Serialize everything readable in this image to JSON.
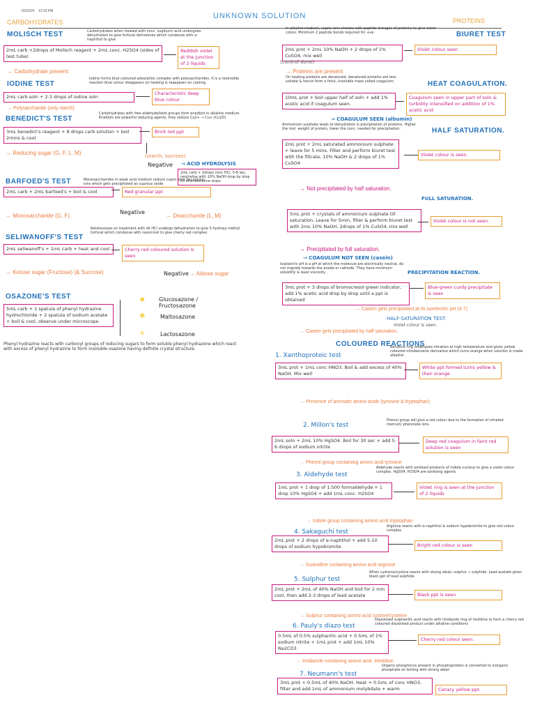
{
  "header": {
    "date": "10/22/24",
    "time": "12:59 PM",
    "title": "UNKNOWN SOLUTION"
  },
  "left": {
    "heading": "CARBOHYDRATES",
    "molisch": {
      "title": "MOLISCH TEST",
      "note": "Carbohydrates when treated with conc. sulphuric acid undergoes dehydration to give furfural derivatives which condense with α-naphthol to give",
      "proc": "2mL carb +2drops of Molisch reagent + 2mL conc. H2SO4 (sides of test tube)",
      "obs": "Reddish violet at the junction of 2 liquids",
      "inf": "→ Carbohydrate present."
    },
    "iodine": {
      "title": "IODINE TEST",
      "note": "Iodine forms blue coloured adsorption complex with polysaccharides. It is a reversible reaction blue colour disappears on heating & reappears on cooling.",
      "proc": "2mL carb soln + 2-3 drops of iodine soln",
      "obs": "Characteristic deep blue colour",
      "inf": "→ Polysaccharide (only starch)"
    },
    "benedict": {
      "title": "BENEDICT'S TEST",
      "note": "Carbohydrates with free aldehyde/keto groups form enediols in alkaline medium. Enediols are powerful reducing agents, they reduce Cu2+ → Cu+ (Cu2O)",
      "proc": "3mL benedict's reagent + 8 drops carb solution + boil 2mins & cool",
      "obs": "Brick red ppt",
      "inf": "→ Reducing sugar (G, F, L, M)",
      "neg": "Negative",
      "starch": "(starch, sucrose)",
      "acid": "→ ACID HYDROLYSIS",
      "acid_box": "2mL carb + 2drops conc HCl, 5-8 sec, neutralise with 10% NaOH drop by drop till effervescence stops"
    },
    "barfoed": {
      "title": "BARFOED'S TEST",
      "note": "Monosaccharides in weak acid medium reduce cupric ions to cuprous ions which gets precipitated as cuprous oxide",
      "proc": "2mL carb + 2mL barfoed's + boil & cool",
      "obs": "Red granular ppt",
      "neg": "Negative",
      "mono": "→ Monosaccharide (G, F)",
      "di": "→ Disaccharide (L, M)"
    },
    "seliwanoff": {
      "title": "SELIWANOFF'S TEST",
      "note": "Ketohexoses on treatment with dil HCl undergo dehydration to give 5-hydroxy methyl furfural which condense with resorcinol to give cherry red complex",
      "proc": "2mL seliwanoff's + 1mL carb + heat and cool",
      "obs": "Cherry red coloured solution is seen",
      "inf": "→ Ketose sugar (Fructose) (& Sucrose)",
      "neg": "Negative",
      "aldose": "→ Aldose sugar"
    },
    "osazone": {
      "title": "OSAZONE'S TEST",
      "proc": "5mL carb + 1 spatula of phenyl hydrazine hydrochloride + 2 spatula of sodium acetate + boil & cool, observe under microscope.",
      "r1": "Glucosazone / Fructosazone",
      "r2": "Maltosazone",
      "r3": "Lactosazone",
      "note": "Phenyl hydrazine reacts with carbonyl groups of reducing sugars to form soluble phenyl hydrazone which react with excess of phenyl hydrazine to form insoluble osazone having definite crystal structure."
    }
  },
  "right": {
    "heading": "PROTEINS",
    "biuret": {
      "title": "BIURET TEST",
      "note": "In alkaline medium, cupric ions chelate with peptide linkages of proteins to give violet colour. Minimum 2 peptide bonds required for +ve.",
      "proc": "2mL prot + 2mL 10% NaOH + 2 drops of 1% CuSO4, mix well",
      "obs": "Violet colour seen",
      "ctrl": "(control done)",
      "inf": "→ Proteins are present"
    },
    "heat": {
      "title": "HEAT COAGULATION.",
      "note": "On heating proteins are denatured, denatured proteins are less soluble & hence form a thick, insoluble mass called coagulum.",
      "proc": "10mL prot + boil upper half of soln + add 1% acetic acid if coagulum seen.",
      "obs": "Coagulum seen in upper part of soln & turbidity intensified on addition of 1% acetic acid",
      "inf": "→ COAGULUM SEEN (albumin)"
    },
    "half": {
      "title": "HALF SATURATION.",
      "note": "Ammonium sulphate leads to dehydration & precipitation of proteins. Higher the mol. weight of protein, lower the conc. needed for precipitation.",
      "proc": "2mL prot + 2mL saturated ammonium sulphate + leave for 5 mins. Filter and perform biuret test with the filtrate, 10% NaOH & 2 drops of 1% CuSO4",
      "obs": "Violet colour is seen.",
      "inf": "→ Not precipitated by half saturation."
    },
    "full": {
      "title": "FULL SATURATION.",
      "proc": "5mL prot + crystals of ammonium sulphate till saturation. Leave for 5min, filter & perform biuret test with 2mL 10% NaOH, 2drops of 1% CuSO4, mix well",
      "obs": "Violet colour is not seen.",
      "inf": "→ Precipitated by full saturation.",
      "cnot": "→ COAGULUM NOT SEEN (casein)"
    },
    "precip": {
      "title": "PRECIPITATION REACTION.",
      "note": "Isoelectric pH is a pH at which the molecule are electrically neutral, do not migrate towards the anode or cathode. They have minimum solubility & least viscosity.",
      "proc": "3mL prot + 3 drops of bromocresol green indicator, add 1% acetic acid drop by drop until a ppt is obtained",
      "obs": "Blue-green curdy precipitate is seen",
      "inf": "→ Casein gets precipitated at its isoelectric pH (4.7)",
      "hs": "HALF-SATURATION TEST.",
      "hs2": "Violet colour is seen.",
      "hs3": "→ Casein gets precipitated by half saturation."
    },
    "colour": {
      "title": "COLOURED REACTIONS",
      "x_title": "1. Xanthoproteic test",
      "x_note": "Benzene ring undergoes nitration at high temperature and gives yellow coloured nitrobenzene derivative which turns orange when solution is made alkaline",
      "x_proc": "3mL prot + 1mL conc HNO3. Boil & add excess of 40% NaOH. Mix well",
      "x_obs": "White ppt formed turns yellow & then orange",
      "x_inf": "→ Presence of aromatic amino acids (tyrosine & tryptophan)",
      "m_title": "2. Millon's test",
      "m_note": "Phenol group will give a red colour due to the formation of nitrated mercuric phenolate ions.",
      "m_proc": "2mL soln + 2mL 10% HgSO4. Boil for 30 sec + add 5-6 drops of sodium nitrite",
      "m_obs": "Deep red coagulum in faint red solution is seen",
      "m_inf": "→ Phenol group containing amino acid tyrosine",
      "a_title": "3. Aldehyde test",
      "a_note": "Aldehyde reacts with oxidised products of indole nucleus to give a violet colour complex. HgSO4, H2SO4 are oxidising agents.",
      "a_proc": "1mL prot + 1 drop of 1:500 formaldehyde + 1 drop 10% HgSO4 + add 1mL conc. H2SO4",
      "a_obs": "Violet ring is seen at the junction of 2 liquids",
      "a_inf": "→ Indole group containing amino acid tryptophan",
      "s_title": "4. Sakaguchi test",
      "s_note": "Arginine reacts with α-naphthol & sodium hypobromite to give red colour complex",
      "s_proc": "2mL prot + 2 drops of α-naphthol + add 5-10 drops of sodium hypobromite",
      "s_obs": "Bright red colour is seen",
      "s_inf": "→ Guanidine containing amino acid arginine",
      "su_title": "5. Sulphur test",
      "su_note": "When cysteine/cystine reacts with strong alkali, sulphur → sulphide. Lead acetate gives black ppt of lead sulphide.",
      "su_proc": "2mL prot + 2mL of 40% NaOH and boil for 2 min cool, then add 2-3 drops of lead acetate",
      "su_obs": "Black ppt is seen",
      "su_inf": "→ Sulphur containing amino acid cystine/cysteine",
      "p_title": "6. Pauly's diazo test",
      "p_note": "Diazotised sulphanilic acid reacts with imidazole ring of histidine to form a cherry red coloured diazotised product under alkaline conditions",
      "p_proc": "0.5mL of 0.5% sulphanilic acid + 0.5mL of 1% sodium nitrite + 1mL prot + add 1mL 10% Na2CO3",
      "p_obs": "Cherry red colour seen.",
      "p_inf": "→ Imidazole containing amino acid. Histidine.",
      "n_title": "7. Neumann's test",
      "n_note": "Organic phosphorus present in phosphoprotein is converted to inorganic phosphate on boiling with strong alkali",
      "n_proc": "3mL prot + 0.5mL of 40% NaOH. Heat + 0.5mL of conc HNO3, filter and add 1mL of ammonium molybdate + warm",
      "n_obs": "Canary yellow ppt."
    }
  }
}
